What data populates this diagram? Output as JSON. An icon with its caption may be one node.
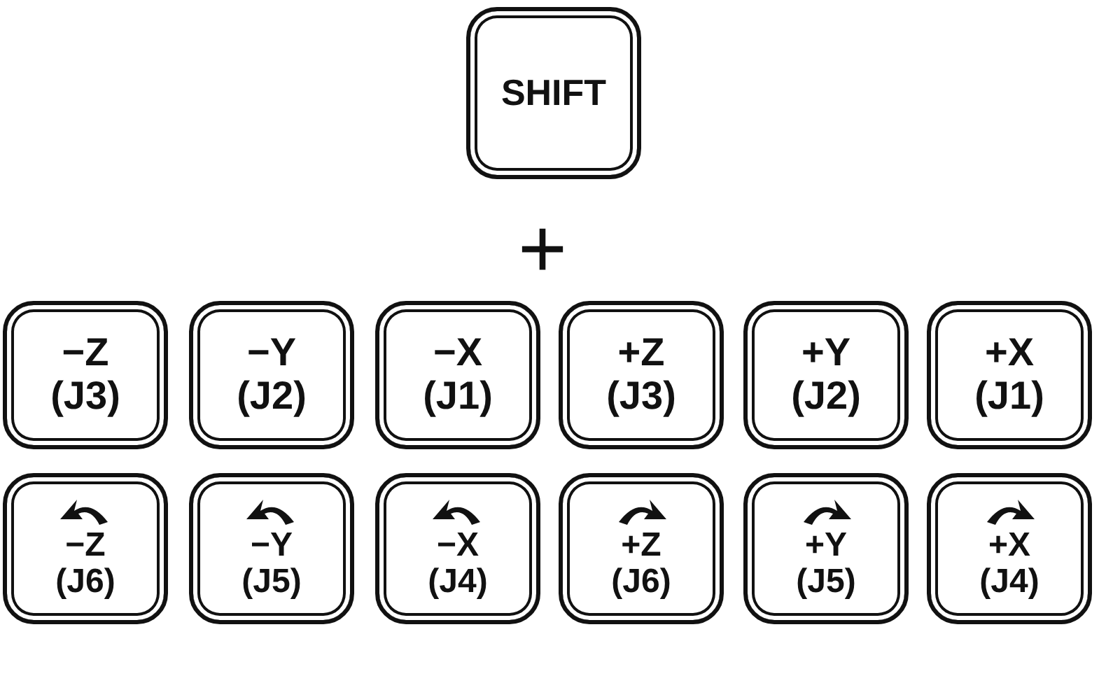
{
  "diagram": {
    "nodes": [
      {
        "text": [
          "SHIFT"
        ]
      },
      {
        "text": [
          "−Z",
          "(J3)"
        ]
      },
      {
        "text": [
          "−Y",
          "(J2)"
        ]
      },
      {
        "text": [
          "−X",
          "(J1)"
        ]
      },
      {
        "text": [
          "+Z",
          "(J3)"
        ]
      },
      {
        "text": [
          "+Y",
          "(J2)"
        ]
      },
      {
        "text": [
          "+X",
          "(J1)"
        ]
      },
      {
        "text": [
          "−Z",
          "(J6)"
        ]
      },
      {
        "text": [
          "−Y",
          "(J5)"
        ]
      },
      {
        "text": [
          "−X",
          "(J4)"
        ]
      },
      {
        "text": [
          "+Z",
          "(J6)"
        ]
      },
      {
        "text": [
          "+Y",
          "(J5)"
        ]
      },
      {
        "text": [
          "+X",
          "(J4)"
        ]
      }
    ],
    "labels": [
      "+"
    ]
  }
}
